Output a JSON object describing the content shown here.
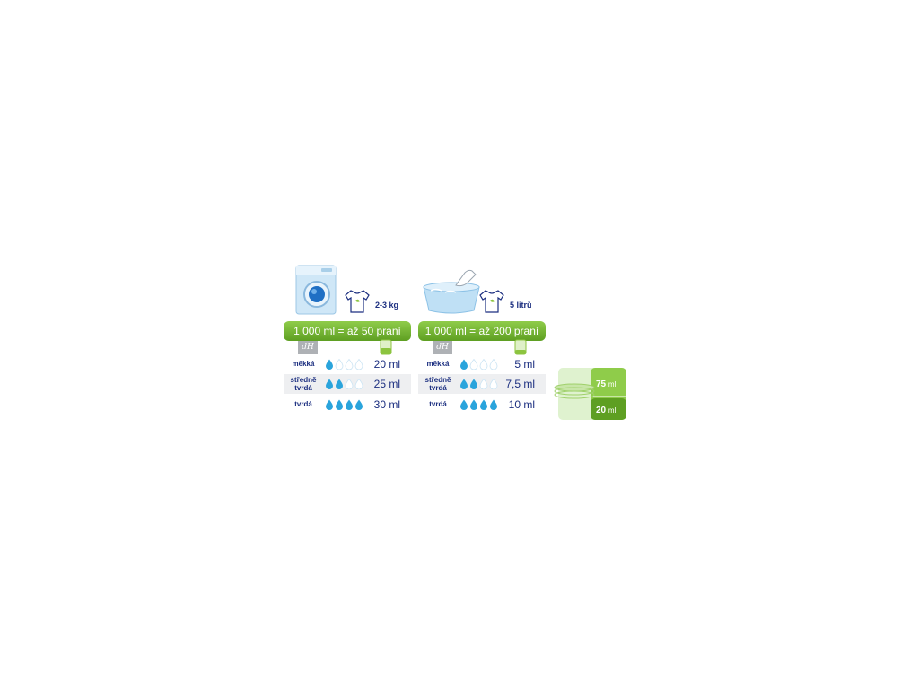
{
  "panels": [
    {
      "id": "machine",
      "hero_icon": "washing-machine-icon",
      "capacity": "2-3 kg",
      "ratio": "1 000 ml = až 50 praní",
      "rows": [
        {
          "label": "měkká",
          "drops": 1,
          "dose": "20 ml"
        },
        {
          "label": "středně tvrdá",
          "drops": 2,
          "dose": "25 ml"
        },
        {
          "label": "tvrdá",
          "drops": 4,
          "dose": "30 ml"
        }
      ]
    },
    {
      "id": "hand",
      "hero_icon": "hand-wash-basin-icon",
      "capacity": "5 litrů",
      "ratio": "1 000 ml = až 200 praní",
      "rows": [
        {
          "label": "měkká",
          "drops": 1,
          "dose": "5 ml"
        },
        {
          "label": "středně tvrdá",
          "drops": 2,
          "dose": "7,5 ml"
        },
        {
          "label": "tvrdá",
          "drops": 4,
          "dose": "10 ml"
        }
      ]
    }
  ],
  "dh_badge": "dH",
  "dose_cup": {
    "upper": {
      "value": "75",
      "unit": "ml"
    },
    "lower": {
      "value": "20",
      "unit": "ml"
    }
  },
  "colors": {
    "green_banner": "#6aaa2c",
    "navy_text": "#1c2f80",
    "drop_blue": "#2aa4dc",
    "badge_grey": "#aeb1b5"
  }
}
